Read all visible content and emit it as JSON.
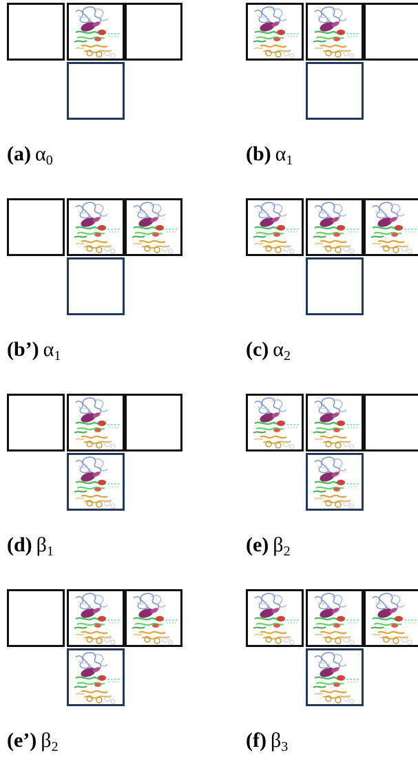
{
  "panels": [
    {
      "label": "(a)",
      "symbol": "α",
      "subscript": "0",
      "cells": {
        "left": false,
        "center": true,
        "right": false,
        "bottom": false
      }
    },
    {
      "label": "(b)",
      "symbol": "α",
      "subscript": "1",
      "cells": {
        "left": true,
        "center": true,
        "right": false,
        "bottom": false
      }
    },
    {
      "label": "(b’)",
      "symbol": "α",
      "subscript": "1",
      "cells": {
        "left": false,
        "center": true,
        "right": true,
        "bottom": false
      }
    },
    {
      "label": "(c)",
      "symbol": "α",
      "subscript": "2",
      "cells": {
        "left": true,
        "center": true,
        "right": true,
        "bottom": false
      }
    },
    {
      "label": "(d)",
      "symbol": "β",
      "subscript": "1",
      "cells": {
        "left": false,
        "center": true,
        "right": false,
        "bottom": true
      }
    },
    {
      "label": "(e)",
      "symbol": "β",
      "subscript": "2",
      "cells": {
        "left": true,
        "center": true,
        "right": false,
        "bottom": true
      }
    },
    {
      "label": "(e’)",
      "symbol": "β",
      "subscript": "2",
      "cells": {
        "left": false,
        "center": true,
        "right": true,
        "bottom": true
      }
    },
    {
      "label": "(f)",
      "symbol": "β",
      "subscript": "3",
      "cells": {
        "left": true,
        "center": true,
        "right": true,
        "bottom": true
      }
    }
  ],
  "colors": {
    "border": "#111111",
    "bottom_border": "#22385e",
    "protein_blue": "#7f95cc",
    "protein_purple": "#8a2b6e",
    "protein_green": "#6fcf6f",
    "protein_red": "#c9473a",
    "protein_orange": "#d9a441",
    "protein_cyan": "#6fd6d6"
  }
}
